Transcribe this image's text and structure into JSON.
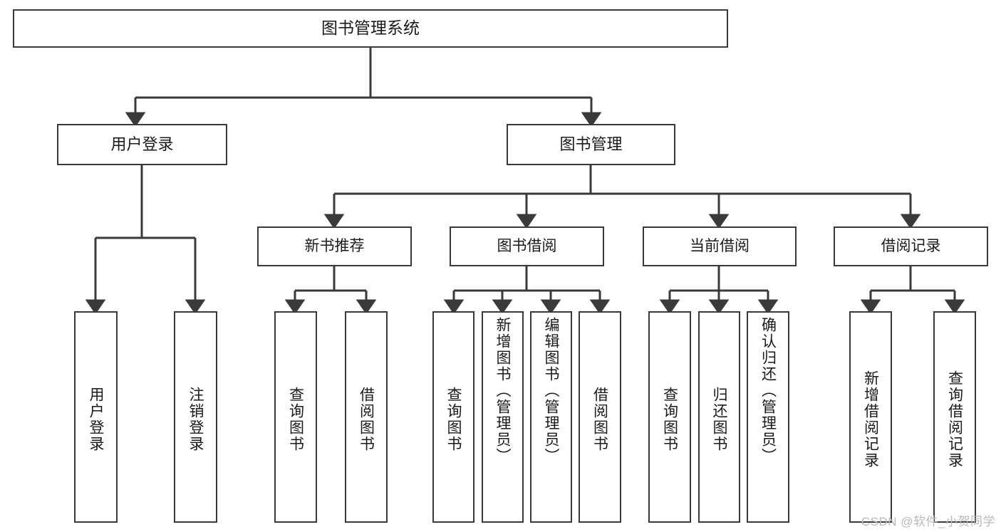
{
  "diagram": {
    "type": "tree",
    "title": "图书管理系统",
    "watermark": "CSDN @软件_小贺同学",
    "colors": {
      "stroke": "#3a3a3a",
      "background": "#ffffff",
      "text": "#1a1a1a",
      "watermark": "#b9b9b9"
    },
    "nodes": {
      "root": {
        "label": "图书管理系统"
      },
      "level2": [
        {
          "label": "用户登录"
        },
        {
          "label": "图书管理"
        }
      ],
      "level3": [
        {
          "label": "新书推荐"
        },
        {
          "label": "图书借阅"
        },
        {
          "label": "当前借阅"
        },
        {
          "label": "借阅记录"
        }
      ],
      "leaves": {
        "user_login": [
          {
            "label": "用户登录"
          },
          {
            "label": "注销登录"
          }
        ],
        "new_book": [
          {
            "label": "查询图书"
          },
          {
            "label": "借阅图书"
          }
        ],
        "borrow_book": [
          {
            "label": "查询图书"
          },
          {
            "label": "新增图书（管理员）"
          },
          {
            "label": "编辑图书（管理员）"
          },
          {
            "label": "借阅图书"
          }
        ],
        "current_borrow": [
          {
            "label": "查询图书"
          },
          {
            "label": "归还图书"
          },
          {
            "label": "确认归还（管理员）"
          }
        ],
        "borrow_record": [
          {
            "label": "新增借阅记录"
          },
          {
            "label": "查询借阅记录"
          }
        ]
      }
    }
  }
}
